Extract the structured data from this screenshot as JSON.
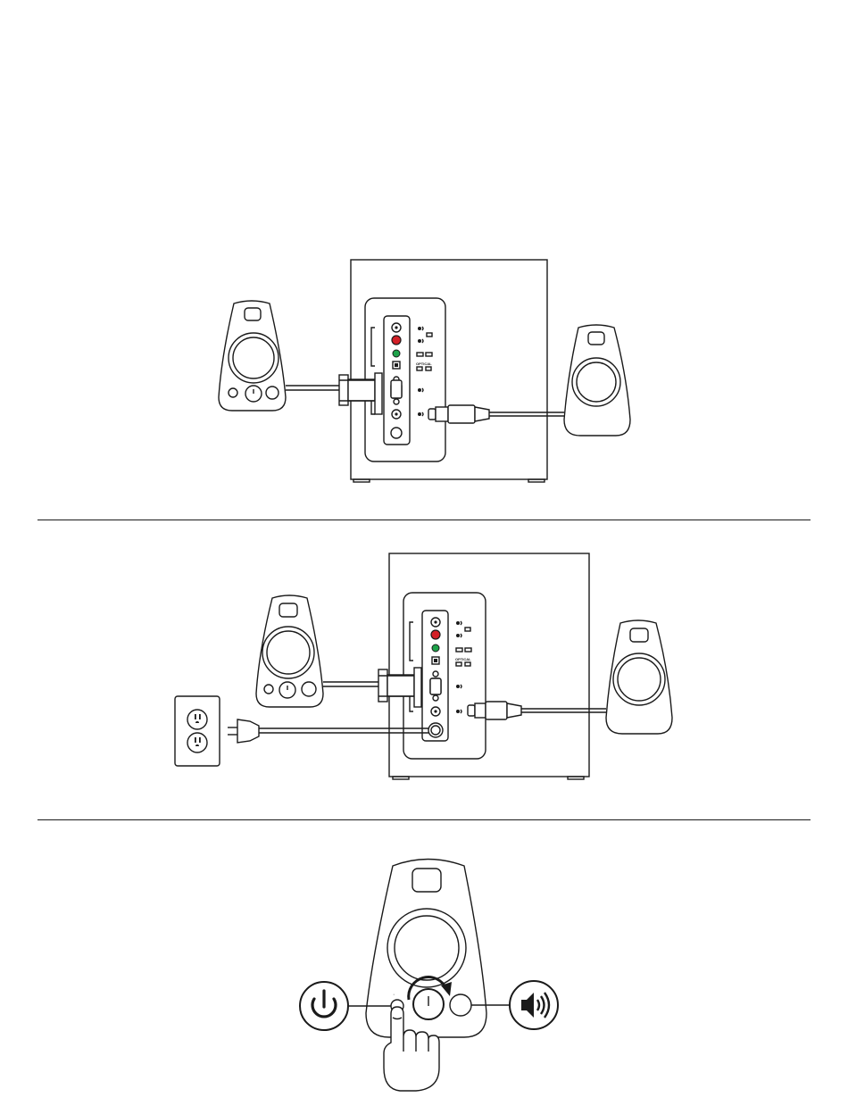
{
  "panels": [
    {
      "id": "connect-satellites",
      "optical_label": "OPTICAL"
    },
    {
      "id": "connect-power",
      "optical_label": "OPTICAL"
    },
    {
      "id": "power-and-volume"
    }
  ],
  "icons": [
    "power-icon",
    "volume-icon",
    "rotate-arrow-icon",
    "pointing-hand-icon",
    "wall-outlet-icon",
    "power-plug-icon"
  ],
  "colors": {
    "line": "#1a1a1a",
    "red_jack": "#d32027",
    "green_jack": "#1ea34a",
    "background": "#ffffff"
  }
}
